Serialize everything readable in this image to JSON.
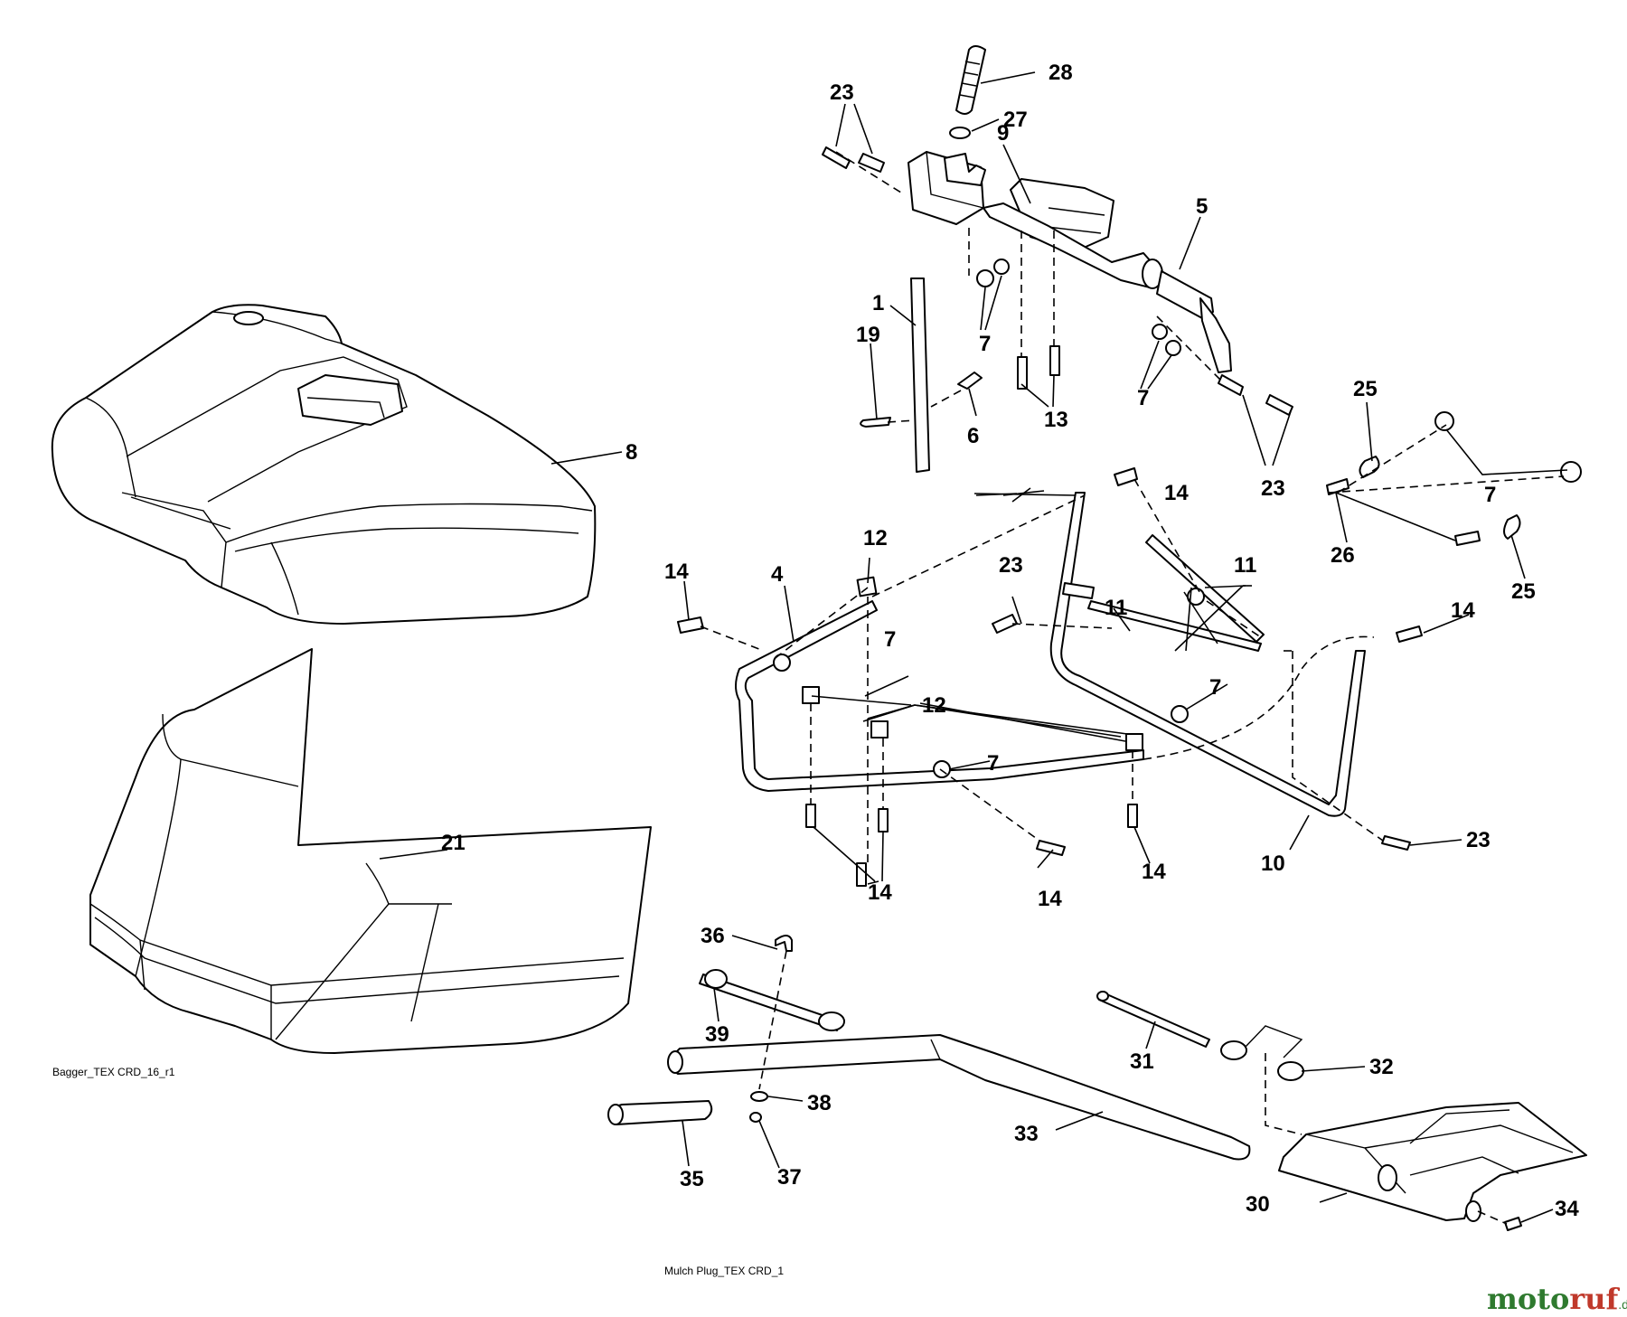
{
  "captions": {
    "bagger": "Bagger_TEX CRD_16_r1",
    "mulch": "Mulch Plug_TEX CRD_1"
  },
  "watermark": {
    "part1": "moto",
    "part2": "ruf",
    "suffix": ".de",
    "colors": {
      "green": "#2f7a2f",
      "red": "#c0392b"
    }
  },
  "callouts": {
    "c28": "28",
    "c23a": "23",
    "c27": "27",
    "c9": "9",
    "c5": "5",
    "c1": "1",
    "c19": "19",
    "c6": "6",
    "c7a": "7",
    "c13": "13",
    "c7b": "7",
    "c23b": "23",
    "c8": "8",
    "c25a": "25",
    "c7c": "7",
    "c26": "26",
    "c25b": "25",
    "c14a": "14",
    "c12a": "12",
    "c14b": "14",
    "c4": "4",
    "c23c": "23",
    "c11a": "11",
    "c11b": "11",
    "c14c": "14",
    "c7d": "7",
    "c7e": "7",
    "c12b": "12",
    "c7f": "7",
    "c14d": "14",
    "c14e": "14",
    "c14f": "14",
    "c10": "10",
    "c23d": "23",
    "c21": "21",
    "c36": "36",
    "c39": "39",
    "c31": "31",
    "c32": "32",
    "c38": "38",
    "c33": "33",
    "c35": "35",
    "c37": "37",
    "c30": "30",
    "c34": "34"
  }
}
